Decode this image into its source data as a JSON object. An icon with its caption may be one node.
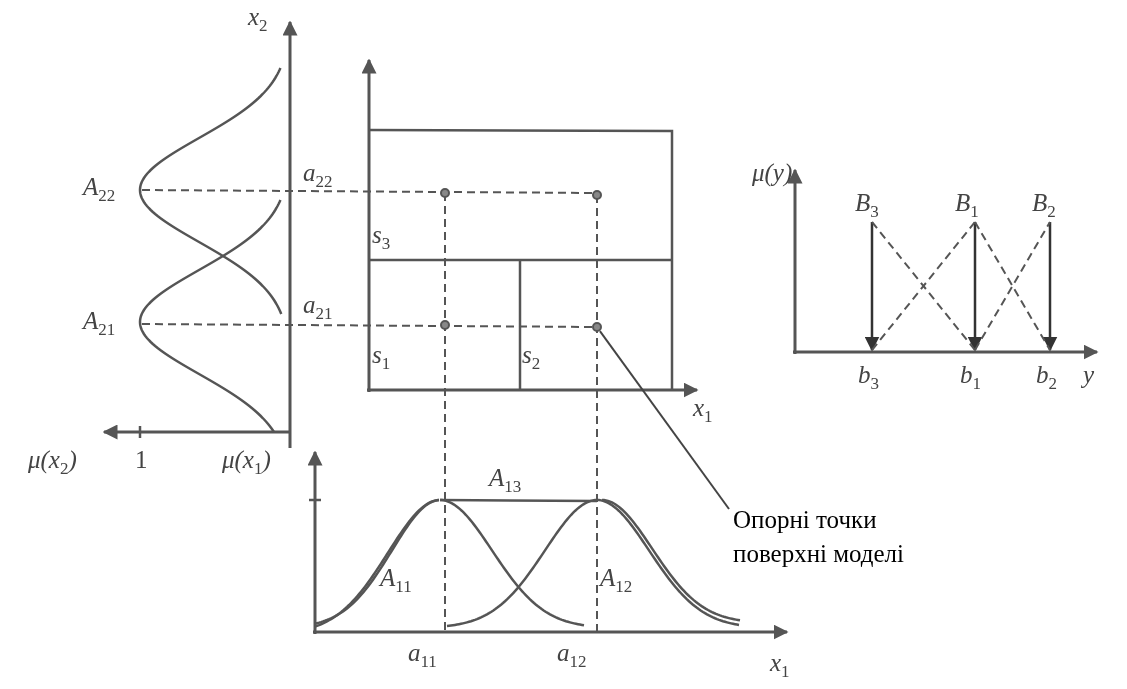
{
  "diagram": {
    "nodes": [
      {
        "text": [
          "Опорні точки поверхні моделі"
        ]
      },
      {
        "text": [],
        "shape": "circle"
      }
    ],
    "edges": [
      {
        "from": 0,
        "to": 1,
        "arrow": "none"
      }
    ],
    "labels": [
      "x$_{2}$",
      "A$_{22}$",
      "a$_{22}$",
      "s$_{3}$",
      "A$_{21}$",
      "a$_{21}$",
      "s$_{1}$",
      "s$_{2}$",
      "x$_{1}$",
      "μ(x$_{2}$)",
      "1",
      "μ(x$_{1}$)",
      "A$_{13}$",
      "A$_{11}$",
      "A$_{12}$",
      "a$_{11}$",
      "a$_{12}$",
      "x$_{1}$",
      "μ(y)",
      "B$_{3}$",
      "B$_{1}$",
      "B$_{2}$",
      "b$_{3}$",
      "b$_{1}$",
      "b$_{2}$",
      "y"
    ]
  }
}
